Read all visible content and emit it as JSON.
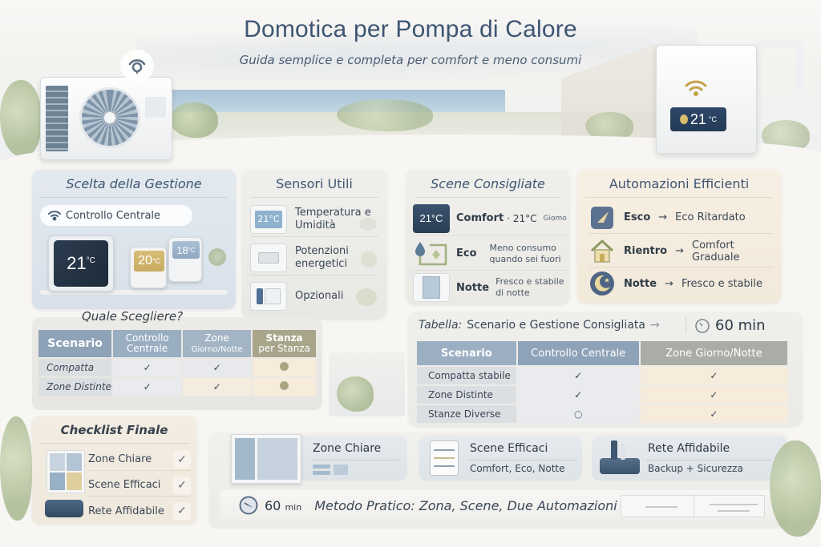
{
  "header": {
    "title": "Domotica per Pompa di Calore",
    "subtitle": "Guida semplice e completa per comfort e meno consumi",
    "tank_display_temp": "21",
    "tank_display_unit": "°C"
  },
  "colors": {
    "title": "#3e5672",
    "header_blue": "#8ea2b8",
    "header_olive": "#a9a58b",
    "header_gray": "#a9ada5",
    "check_blue": "#41627f",
    "check_olive": "#7e8a72",
    "display_navy": "#2f4868",
    "automation_bg": "#f6efe3"
  },
  "scelta": {
    "title": "Scelta della Gestione",
    "pill_label": "Controllo Centrale",
    "pill_icon": "wifi-icon",
    "thermostats": [
      {
        "temp": "21",
        "unit": "°C"
      },
      {
        "temp": "20",
        "unit": "°C"
      },
      {
        "temp": "18",
        "unit": "°C"
      }
    ]
  },
  "sensori": {
    "title": "Sensori Utili",
    "items": [
      {
        "label": "Temperatura e Umidità",
        "display": "21°C",
        "icon": "thermometer-sensor-icon"
      },
      {
        "label": "Potenzioni energetici",
        "icon": "energy-meter-icon"
      },
      {
        "label": "Opzionali",
        "icon": "optional-sensor-icon"
      }
    ]
  },
  "scene": {
    "title": "Scene Consigliate",
    "items": [
      {
        "name": "Comfort",
        "detail": "· 21°C",
        "sub": "Giomo",
        "icon": "thermostat-screen-icon",
        "display": "21°C"
      },
      {
        "name": "Eco",
        "detail": "Meno consumo quando sei fuori",
        "icon": "eco-drop-icon"
      },
      {
        "name": "Notte",
        "detail": "Fresco e stabile di notte",
        "icon": "night-panel-icon"
      }
    ]
  },
  "automazioni": {
    "title": "Automazioni Efficienti",
    "arrow": "→",
    "items": [
      {
        "name": "Esco",
        "result": "Eco Ritardato",
        "icon": "leave-home-icon"
      },
      {
        "name": "Rientro",
        "result": "Comfort Graduale",
        "icon": "house-icon"
      },
      {
        "name": "Notte",
        "result": "Fresco e stabile",
        "icon": "moon-icon"
      }
    ]
  },
  "quale": {
    "title": "Quale Scegliere?",
    "headers": [
      {
        "line1": "Scenario",
        "line2": ""
      },
      {
        "line1": "Controllo",
        "line2": "Centrale"
      },
      {
        "line1": "Zone",
        "line2": "Giorno/Notte"
      },
      {
        "line1": "Stanza",
        "line2": "per Stanza"
      }
    ],
    "rows": [
      {
        "scenario": "Compatta",
        "controllo": "✓",
        "zone": "✓",
        "stanza": "●"
      },
      {
        "scenario": "Zone Distinte",
        "controllo": "✓",
        "zone": "✓",
        "stanza": "●"
      }
    ]
  },
  "tabella": {
    "title_lead": "Tabella:",
    "title_rest": "Scenario e Gestione Consigliata",
    "arrow": "→",
    "timer_value": "60 min",
    "timer_icon": "stopwatch-icon",
    "headers": [
      "Scenario",
      "Controllo Centrale",
      "Zone Giorno/Notte"
    ],
    "rows": [
      {
        "scenario": "Compatta stabile",
        "controllo": "✓",
        "zone": "✓"
      },
      {
        "scenario": "Zone Distinte",
        "controllo": "✓",
        "zone": "✓"
      },
      {
        "scenario": "Stanze Diverse",
        "controllo": "○",
        "zone": "✓"
      }
    ]
  },
  "checklist": {
    "title": "Checklist Finale",
    "items": [
      {
        "label": "Zone Chiare",
        "mark": "✓"
      },
      {
        "label": "Scene Efficaci",
        "mark": "✓"
      },
      {
        "label": "Rete Affidabile",
        "mark": "✓"
      }
    ]
  },
  "summary": {
    "cards": [
      {
        "title": "Zone Chiare",
        "subtitle": "",
        "icon": "floorplan-icon"
      },
      {
        "title": "Scene Efficaci",
        "subtitle": "Comfort, Eco, Notte",
        "icon": "checklist-icon"
      },
      {
        "title": "Rete Affidabile",
        "subtitle": "Backup + Sicurezza",
        "icon": "router-icon"
      }
    ],
    "method": {
      "time_value": "60",
      "time_unit": "min",
      "text": "Metodo Pratico: Zona, Scene, Due Automazioni",
      "icon": "clock-icon"
    }
  }
}
